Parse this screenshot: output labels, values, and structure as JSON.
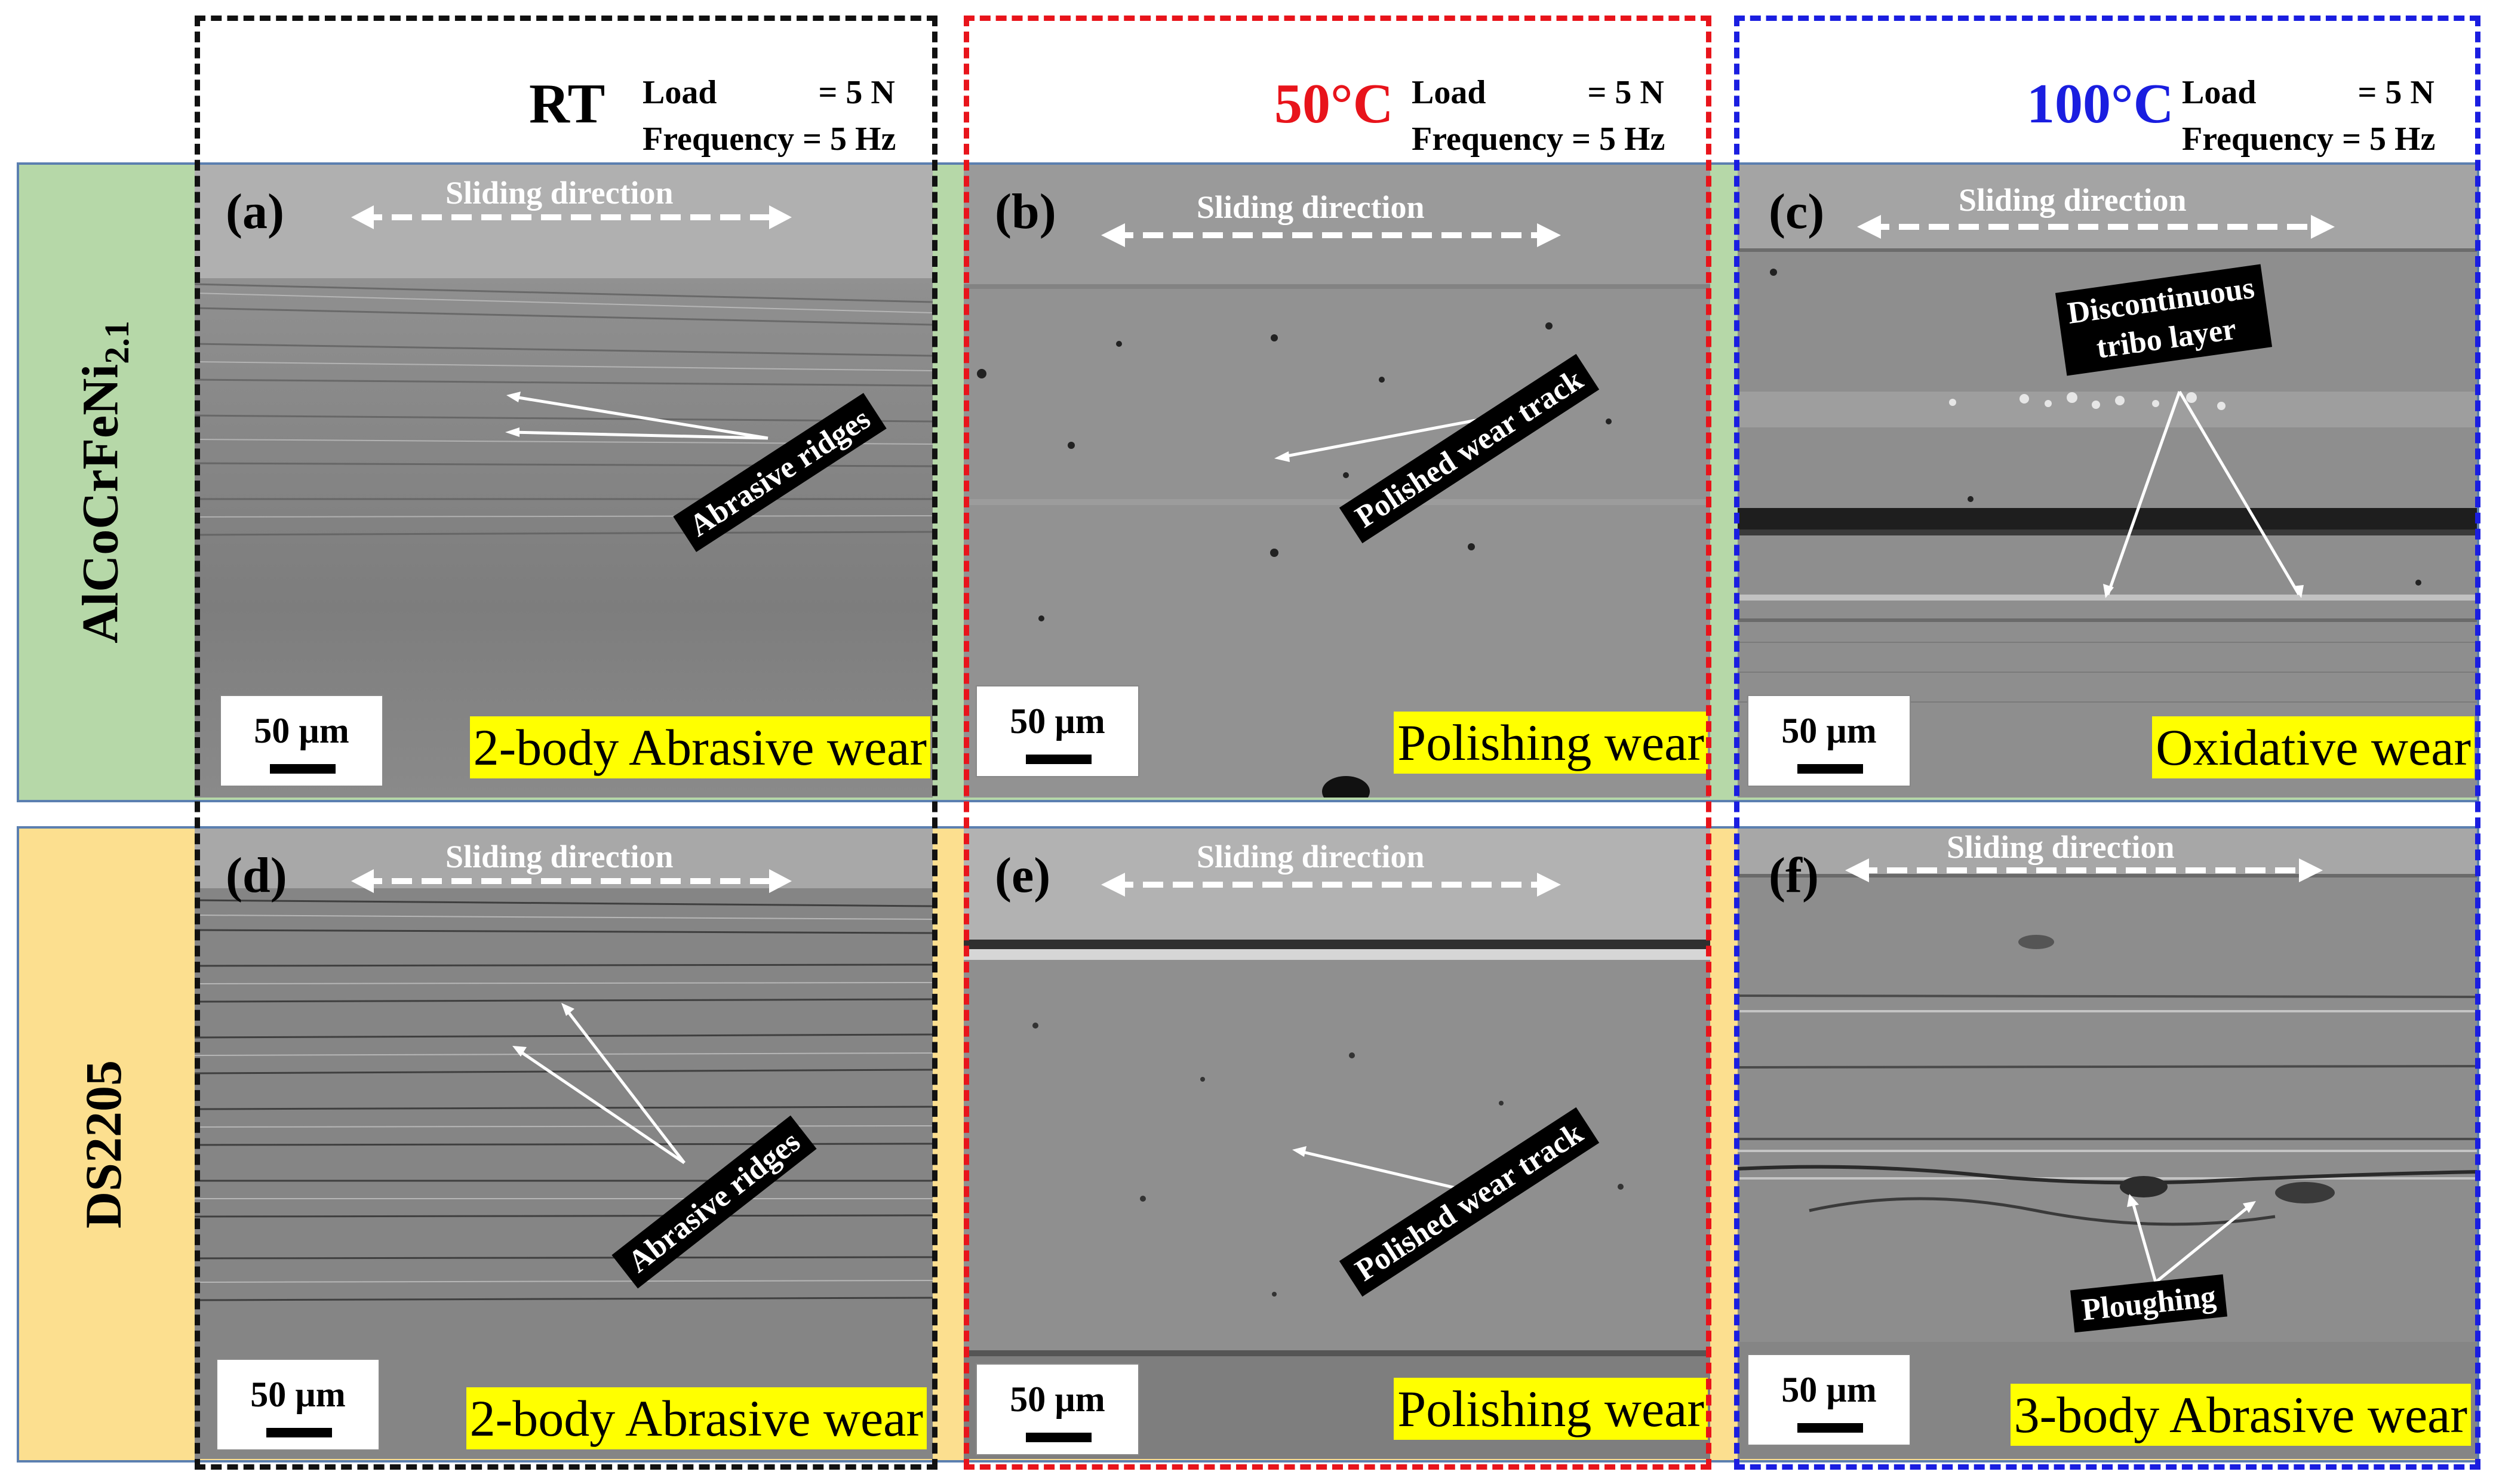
{
  "columns": [
    {
      "temperature": "RT",
      "temp_color": "#000000",
      "frame_color": "#111111",
      "load_label": "Load",
      "load_value": "= 5 N",
      "freq_label": "Frequency",
      "freq_value": "= 5 Hz"
    },
    {
      "temperature": "50°C",
      "temp_color": "#e8141b",
      "frame_color": "#e8141b",
      "load_label": "Load",
      "load_value": "= 5 N",
      "freq_label": "Frequency",
      "freq_value": "= 5 Hz"
    },
    {
      "temperature": "100°C",
      "temp_color": "#1a1ee0",
      "frame_color": "#1a1ee0",
      "load_label": "Load",
      "load_value": "= 5 N",
      "freq_label": "Frequency",
      "freq_value": "= 5 Hz"
    }
  ],
  "rows": [
    {
      "material": "AlCoCrFeNi",
      "subscript": "2.1",
      "band_color": "#b6d8a8",
      "border_color": "#5b7fb0"
    },
    {
      "material": "DS2205",
      "subscript": "",
      "band_color": "#fcdf8f",
      "border_color": "#5b7fb0"
    }
  ],
  "panels": {
    "a": {
      "label": "(a)",
      "sliding": "Sliding direction",
      "scale": "50 µm",
      "mechanism": "2-body Abrasive wear",
      "annotation": "Abrasive ridges"
    },
    "b": {
      "label": "(b)",
      "sliding": "Sliding direction",
      "scale": "50 µm",
      "mechanism": "Polishing wear",
      "annotation": "Polished wear track"
    },
    "c": {
      "label": "(c)",
      "sliding": "Sliding direction",
      "scale": "50 µm",
      "mechanism": "Oxidative wear",
      "annotation_line1": "Discontinuous",
      "annotation_line2": "tribo layer"
    },
    "d": {
      "label": "(d)",
      "sliding": "Sliding direction",
      "scale": "50 µm",
      "mechanism": "2-body Abrasive wear",
      "annotation": "Abrasive ridges"
    },
    "e": {
      "label": "(e)",
      "sliding": "Sliding direction",
      "scale": "50 µm",
      "mechanism": "Polishing wear",
      "annotation": "Polished wear track"
    },
    "f": {
      "label": "(f)",
      "sliding": "Sliding direction",
      "scale": "50 µm",
      "mechanism": "3-body Abrasive wear",
      "annotation": "Ploughing"
    }
  },
  "colors": {
    "highlight": "#ffff00",
    "sem_base": "#8c8c8c"
  }
}
